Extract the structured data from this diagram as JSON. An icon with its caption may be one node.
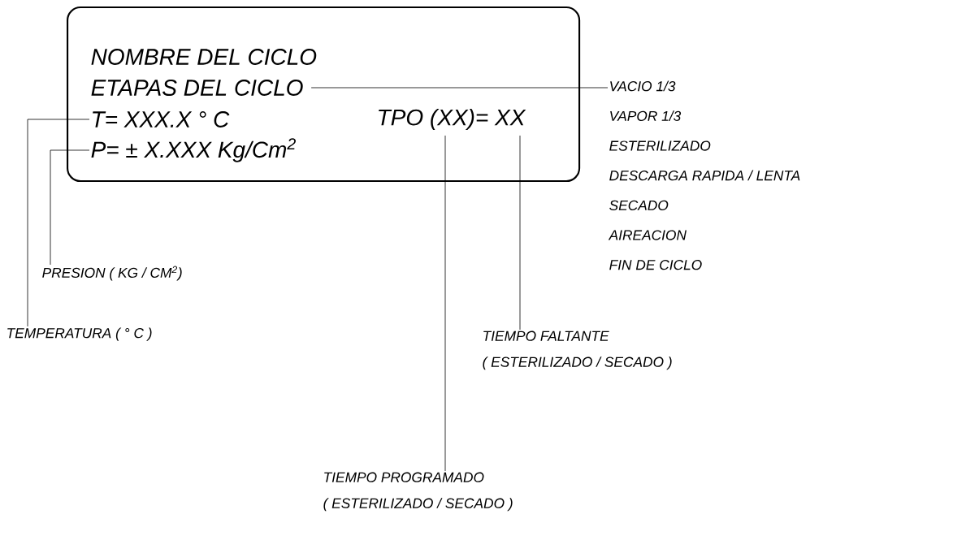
{
  "diagram": {
    "nodes": [
      {
        "text": [
          "NOMBRE DEL CICLO"
        ]
      },
      {
        "text": [
          "ETAPAS DEL CICLO"
        ],
        "in": 0
      },
      {
        "text": [
          "T= XXX.X ° C"
        ],
        "in": 0
      },
      {
        "text": [
          "TPO (XX)= XX"
        ],
        "in": 0
      },
      {
        "text": [
          "P= ± X.XXX Kg/Cm$^{2}$"
        ],
        "in": 0
      },
      {
        "text": [
          "VACIO 1/3",
          "VAPOR 1/3",
          "ESTERILIZADO",
          "DESCARGA RAPIDA / LENTA",
          "SECADO",
          "AIREACION",
          "FIN DE CICLO"
        ]
      },
      {
        "text": [
          "TEMPERATURA ( ° C )"
        ]
      },
      {
        "text": [
          "PRESION ( KG / CM$^{2}$)"
        ]
      },
      {
        "text": [
          "TIEMPO PROGRAMADO",
          "( ESTERILIZADO / SECADO )"
        ]
      },
      {
        "text": [
          "TIEMPO FALTANTE",
          "( ESTERILIZADO / SECADO )"
        ]
      }
    ],
    "edges": [
      {
        "from": 1,
        "to": 5,
        "arrow": "none"
      },
      {
        "from": 2,
        "to": 6,
        "arrow": "none"
      },
      {
        "from": 4,
        "to": 7,
        "arrow": "none"
      },
      {
        "from": 3,
        "to": 8,
        "arrow": "none"
      },
      {
        "from": 3,
        "to": 9,
        "arrow": "none"
      }
    ]
  }
}
